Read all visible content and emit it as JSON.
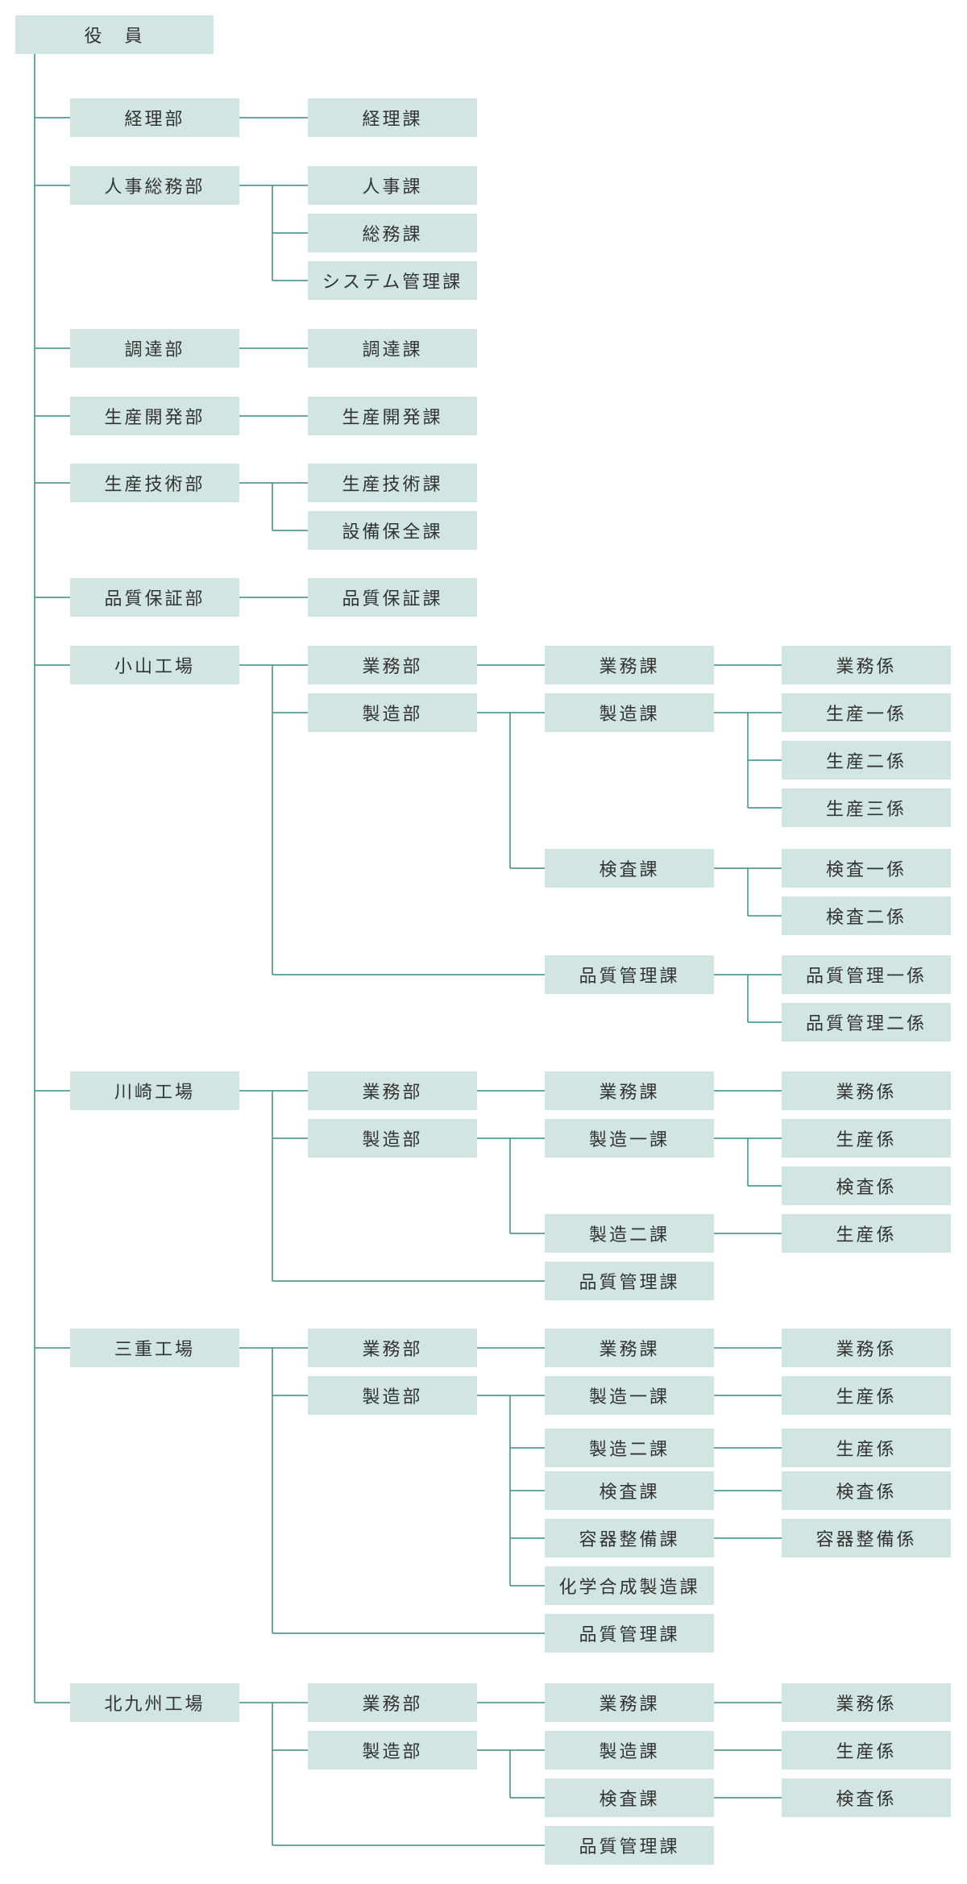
{
  "colors": {
    "box_fill": "#d1e5e2",
    "line": "#3a8c80",
    "text": "#333333"
  },
  "root": "役　員",
  "departments": [
    {
      "label": "経理部",
      "children": [
        {
          "label": "経理課"
        }
      ]
    },
    {
      "label": "人事総務部",
      "children": [
        {
          "label": "人事課"
        },
        {
          "label": "総務課"
        },
        {
          "label": "システム管理課"
        }
      ]
    },
    {
      "label": "調達部",
      "children": [
        {
          "label": "調達課"
        }
      ]
    },
    {
      "label": "生産開発部",
      "children": [
        {
          "label": "生産開発課"
        }
      ]
    },
    {
      "label": "生産技術部",
      "children": [
        {
          "label": "生産技術課"
        },
        {
          "label": "設備保全課"
        }
      ]
    },
    {
      "label": "品質保証部",
      "children": [
        {
          "label": "品質保証課"
        }
      ]
    },
    {
      "label": "小山工場",
      "children": [
        {
          "label": "業務部",
          "children": [
            {
              "label": "業務課",
              "children": [
                {
                  "label": "業務係"
                }
              ]
            }
          ]
        },
        {
          "label": "製造部",
          "children": [
            {
              "label": "製造課",
              "children": [
                {
                  "label": "生産一係"
                },
                {
                  "label": "生産二係"
                },
                {
                  "label": "生産三係"
                }
              ]
            },
            {
              "label": "検査課",
              "children": [
                {
                  "label": "検査一係"
                },
                {
                  "label": "検査二係"
                }
              ]
            }
          ]
        },
        {
          "label": "品質管理課",
          "children": [
            {
              "label": "品質管理一係"
            },
            {
              "label": "品質管理二係"
            }
          ]
        }
      ]
    },
    {
      "label": "川崎工場",
      "children": [
        {
          "label": "業務部",
          "children": [
            {
              "label": "業務課",
              "children": [
                {
                  "label": "業務係"
                }
              ]
            }
          ]
        },
        {
          "label": "製造部",
          "children": [
            {
              "label": "製造一課",
              "children": [
                {
                  "label": "生産係"
                },
                {
                  "label": "検査係"
                }
              ]
            },
            {
              "label": "製造二課",
              "children": [
                {
                  "label": "生産係"
                }
              ]
            }
          ]
        },
        {
          "label": "品質管理課"
        }
      ]
    },
    {
      "label": "三重工場",
      "children": [
        {
          "label": "業務部",
          "children": [
            {
              "label": "業務課",
              "children": [
                {
                  "label": "業務係"
                }
              ]
            }
          ]
        },
        {
          "label": "製造部",
          "children": [
            {
              "label": "製造一課",
              "children": [
                {
                  "label": "生産係"
                }
              ]
            },
            {
              "label": "製造二課",
              "children": [
                {
                  "label": "生産係"
                }
              ]
            },
            {
              "label": "検査課",
              "children": [
                {
                  "label": "検査係"
                }
              ]
            },
            {
              "label": "容器整備課",
              "children": [
                {
                  "label": "容器整備係"
                }
              ]
            },
            {
              "label": "化学合成製造課"
            }
          ]
        },
        {
          "label": "品質管理課"
        }
      ]
    },
    {
      "label": "北九州工場",
      "children": [
        {
          "label": "業務部",
          "children": [
            {
              "label": "業務課",
              "children": [
                {
                  "label": "業務係"
                }
              ]
            }
          ]
        },
        {
          "label": "製造部",
          "children": [
            {
              "label": "製造課",
              "children": [
                {
                  "label": "生産係"
                }
              ]
            },
            {
              "label": "検査課",
              "children": [
                {
                  "label": "検査係"
                }
              ]
            }
          ]
        },
        {
          "label": "品質管理課"
        }
      ]
    }
  ]
}
